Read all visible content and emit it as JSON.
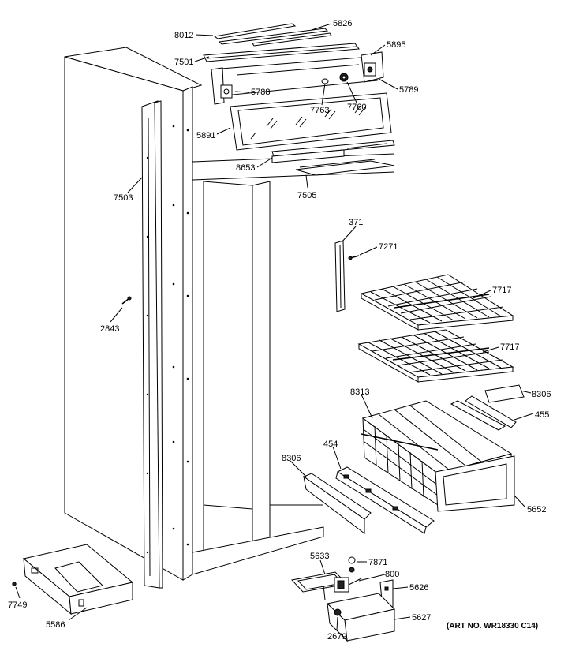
{
  "labels": {
    "p8012": "8012",
    "p5826": "5826",
    "p5895": "5895",
    "p7501": "7501",
    "p5788": "5788",
    "p5789": "5789",
    "p7763": "7763",
    "p7760": "7760",
    "p5891": "5891",
    "p8653": "8653",
    "p7505": "7505",
    "p7503": "7503",
    "p371": "371",
    "p7271": "7271",
    "p2843": "2843",
    "p7717a": "7717",
    "p7717b": "7717",
    "p8313": "8313",
    "p8306a": "8306",
    "p455": "455",
    "p454": "454",
    "p8306b": "8306",
    "p5652": "5652",
    "p5633": "5633",
    "p7871": "7871",
    "p800": "800",
    "p5626": "5626",
    "p5627": "5627",
    "p2679": "2679",
    "p7749": "7749",
    "p5586": "5586"
  },
  "art_number": "(ART NO. WR18330 C14)"
}
